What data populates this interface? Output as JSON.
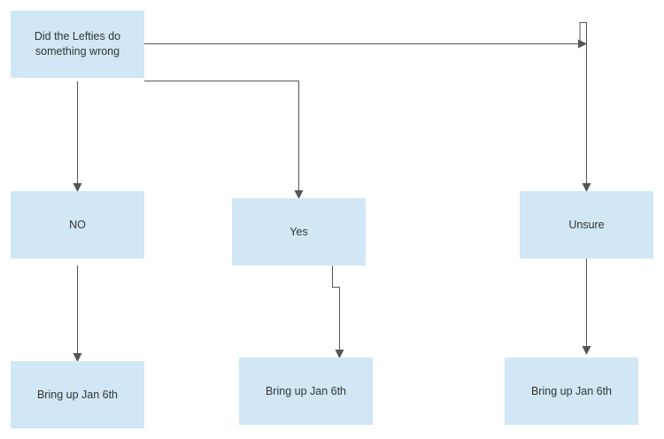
{
  "diagram": {
    "type": "flowchart",
    "box_color": "#d1e7f5",
    "line_color": "#555555",
    "nodes": {
      "question": {
        "label": "Did the Lefties do\nsomething wrong"
      },
      "no": {
        "label": "NO"
      },
      "yes": {
        "label": "Yes"
      },
      "unsure": {
        "label": "Unsure"
      },
      "result_no": {
        "label": "Bring up Jan 6th"
      },
      "result_yes": {
        "label": "Bring up Jan 6th"
      },
      "result_unsure": {
        "label": "Bring up Jan 6th"
      }
    },
    "edges": [
      {
        "from": "question",
        "to": "no"
      },
      {
        "from": "question",
        "to": "yes"
      },
      {
        "from": "question",
        "to": "unsure"
      },
      {
        "from": "no",
        "to": "result_no"
      },
      {
        "from": "yes",
        "to": "result_yes"
      },
      {
        "from": "unsure",
        "to": "result_unsure"
      }
    ]
  }
}
